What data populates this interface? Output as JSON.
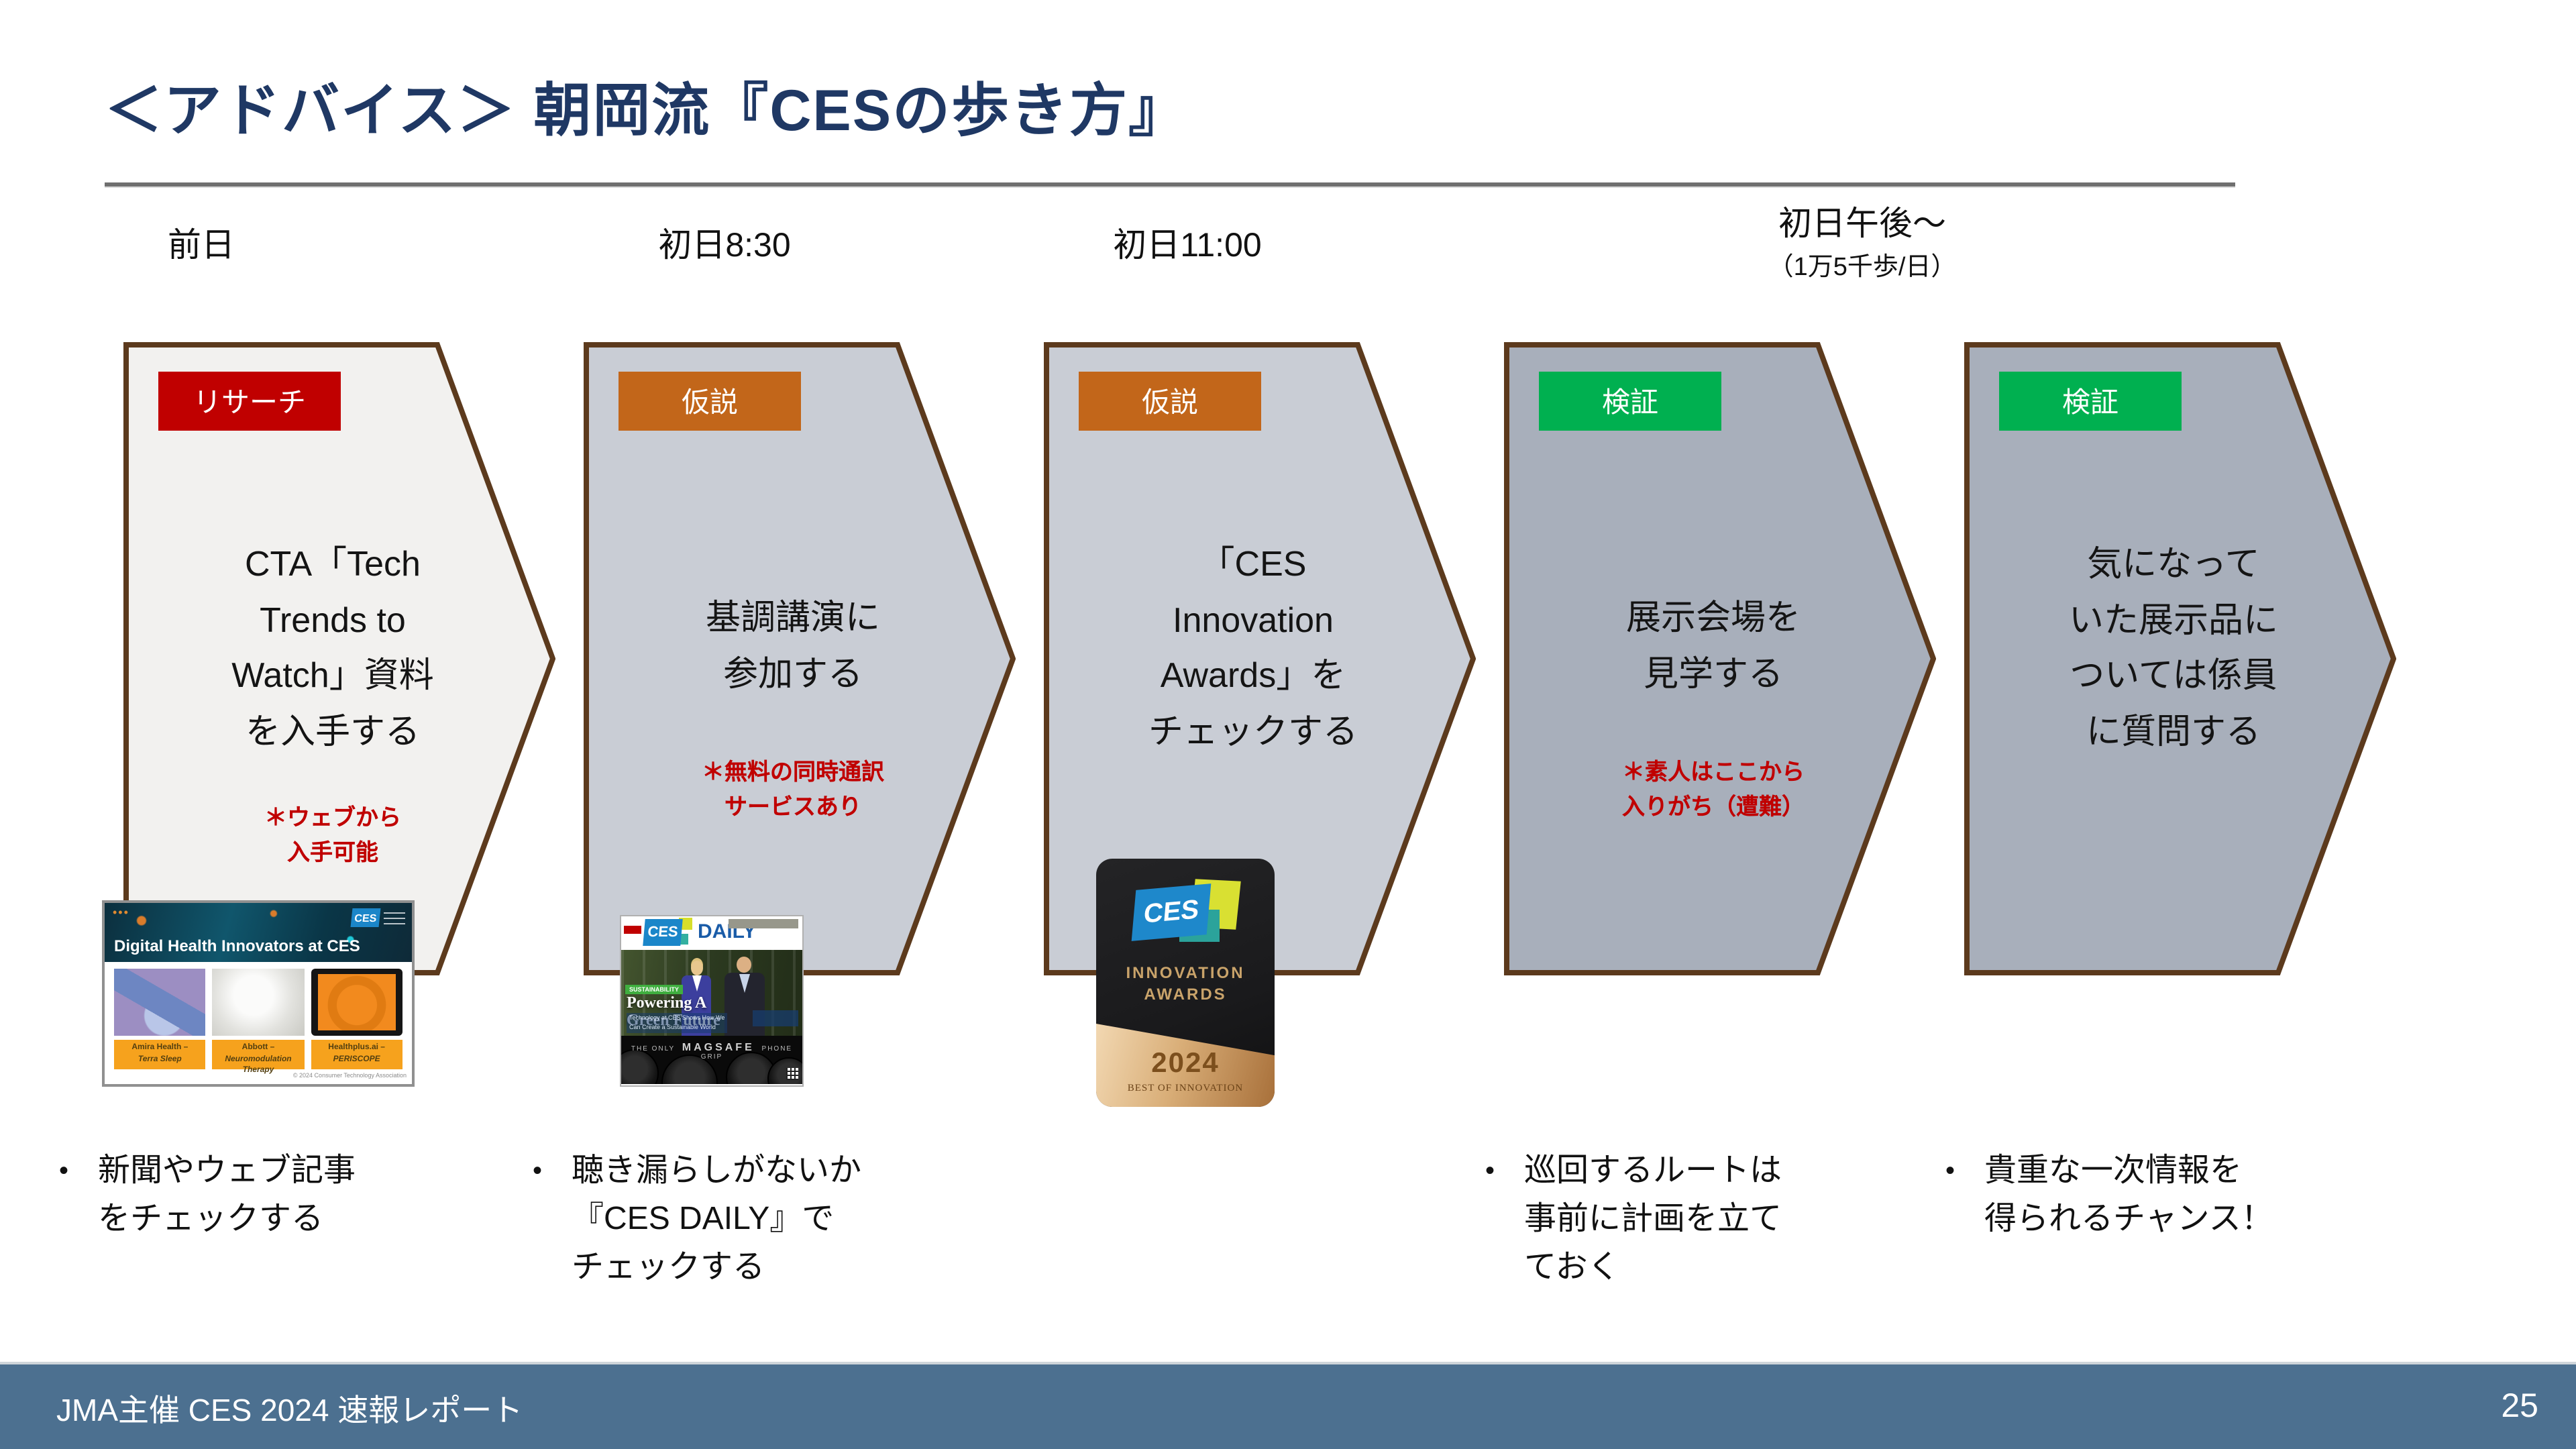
{
  "slide": {
    "title": "＜アドバイス＞ 朝岡流『CESの歩き方』",
    "border_color": "#5c3a1d",
    "headers": [
      {
        "text": "前日",
        "sub": ""
      },
      {
        "text": "初日8:30",
        "sub": ""
      },
      {
        "text": "初日11:00",
        "sub": ""
      },
      {
        "text": "初日午後～",
        "sub": "（1万5千歩/日）"
      }
    ],
    "steps": [
      {
        "badge": "リサーチ",
        "badge_color": "#c00000",
        "fill": "#f2f1ef",
        "body": "CTA「Tech\nTrends to\nWatch」資料\nを入手する",
        "note": "＊ウェブから\n入手可能"
      },
      {
        "badge": "仮説",
        "badge_color": "#c2661a",
        "fill": "#c9cdd5",
        "body": "基調講演に\n参加する",
        "note": "＊無料の同時通訳\nサービスあり"
      },
      {
        "badge": "仮説",
        "badge_color": "#c2661a",
        "fill": "#c9cdd5",
        "body": "「CES\nInnovation\nAwards」を\nチェックする",
        "note": ""
      },
      {
        "badge": "検証",
        "badge_color": "#00b050",
        "fill": "#a8afbb",
        "body": "展示会場を\n見学する",
        "note": "＊素人はここから\n入りがち（遭難）"
      },
      {
        "badge": "検証",
        "badge_color": "#00b050",
        "fill": "#a8afbb",
        "body": "気になって\nいた展示品に\nついては係員\nに質問する",
        "note": ""
      }
    ],
    "bullets": [
      "新聞やウェブ記事\nをチェックする",
      "聴き漏らしがないか\n『CES DAILY』で\nチェックする",
      "巡回するルートは\n事前に計画を立て\nておく",
      "貴重な一次情報を\n得られるチャンス！"
    ],
    "bullet_dot": "•",
    "footer": {
      "left": "JMA主催 CES 2024 速報レポート",
      "page": "25",
      "bg": "#4c7090"
    },
    "images": {
      "digital_health": {
        "dots": "•••",
        "title": "Digital Health Innovators at CES",
        "logo": "CES",
        "cards": [
          {
            "line1": "Amira Health –",
            "line2": "Terra Sleep"
          },
          {
            "line1": "Abbott –",
            "line2": "Neuromodulation Therapy"
          },
          {
            "line1": "Healthplus.ai –",
            "line2": "PERISCOPE"
          }
        ],
        "copyright": "© 2024 Consumer Technology Association"
      },
      "ces_daily": {
        "ces": "CES",
        "daily": "DAILY",
        "tag": "SUSTAINABILITY",
        "headline": "Powering A\nGreen Future",
        "subhead": "Technology at CES Shows How We\nCan Create a Sustainable World",
        "ad_left": "THE ONLY",
        "ad": "MAGSAFE",
        "ad_right": "PHONE GRIP"
      },
      "innovation_awards": {
        "logo": "CES",
        "line1": "INNOVATION",
        "line2": "AWARDS",
        "year": "2024",
        "subtitle": "BEST OF INNOVATION"
      }
    }
  }
}
